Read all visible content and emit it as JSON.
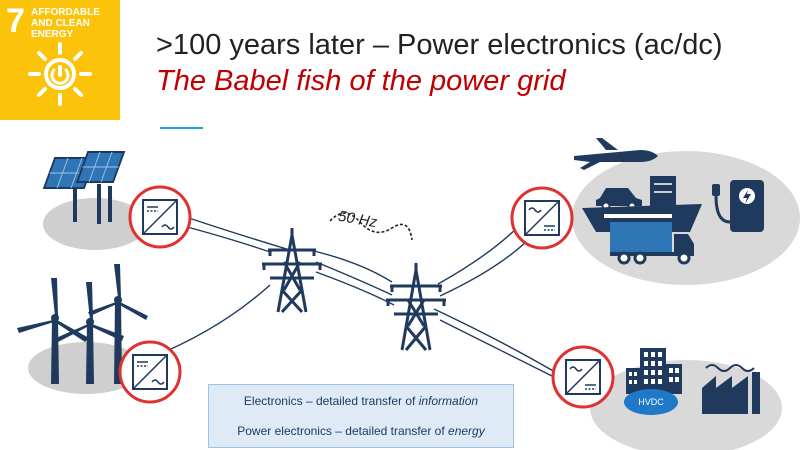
{
  "badge": {
    "number": "7",
    "text": "AFFORDABLE AND CLEAN ENERGY",
    "color": "#fcc30b"
  },
  "slide": {
    "title": ">100 years later – Power electronics (ac/dc)",
    "subtitle": "The Babel fish of the power grid",
    "subtitle_color": "#c00000",
    "accent_color": "#1ea5dc"
  },
  "diagram": {
    "frequency_label": "50 Hz",
    "hvdc_label": "HVDC",
    "converter_icons": [
      "dc-ac-converter-icon",
      "dc-ac-converter-icon",
      "ac-dc-converter-icon",
      "ac-dc-converter-icon"
    ],
    "sources": [
      "solar-panels-icon",
      "wind-turbines-icon"
    ],
    "loads": [
      "airplane-icon",
      "car-icon",
      "ship-icon",
      "truck-icon",
      "ev-charger-icon",
      "buildings-icon",
      "factory-icon"
    ],
    "line_color": "#1f3a5c",
    "highlight_color": "#e03131"
  },
  "note": {
    "line1_prefix": "Electronics – detailed transfer of ",
    "line1_emph": "information",
    "line2_prefix": "Power electronics – detailed transfer of ",
    "line2_emph": "energy"
  }
}
